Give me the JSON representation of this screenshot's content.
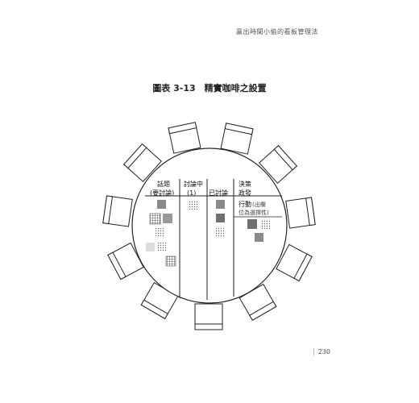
{
  "header": {
    "running_title": "贏出時間小偷的看板管理法"
  },
  "figure": {
    "title": "圖表 3-13　精實咖啡之設置"
  },
  "board": {
    "columns": [
      {
        "id": "topics",
        "lines": [
          "話題",
          "(要討論)"
        ]
      },
      {
        "id": "discussing",
        "lines": [
          "討論中",
          "(1)"
        ]
      },
      {
        "id": "discussed",
        "lines": [
          "",
          "已討論"
        ]
      },
      {
        "id": "decision",
        "lines": [
          "決策",
          "政發"
        ],
        "extra_line": "行動",
        "note": [
          "(出欄",
          "位為選擇性)"
        ]
      }
    ]
  },
  "footer": {
    "page_number": "230"
  }
}
